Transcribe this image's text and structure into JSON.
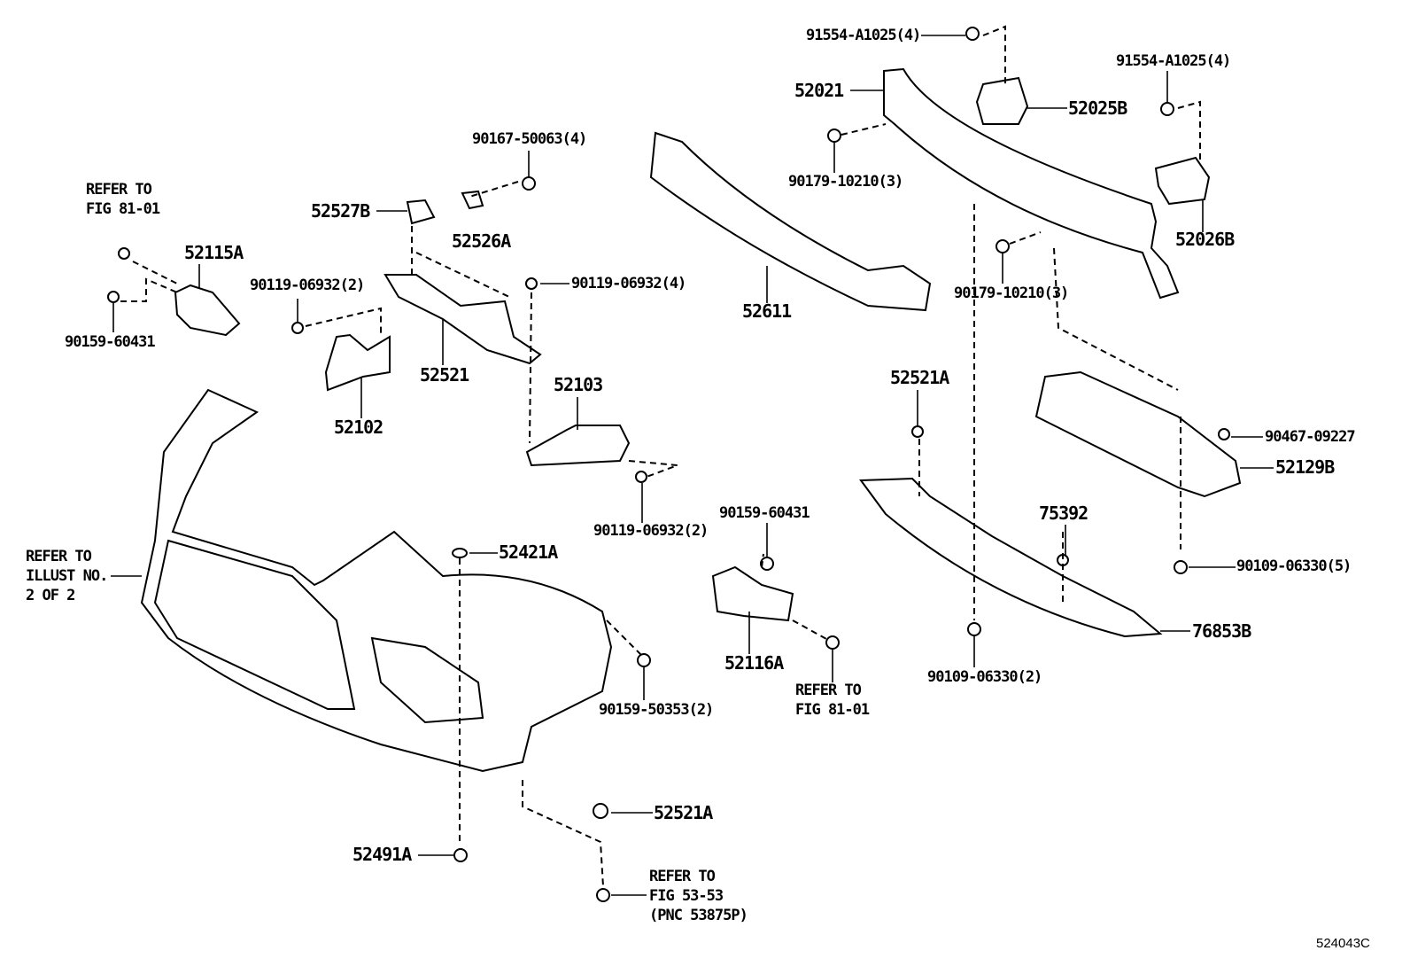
{
  "diagram_code": "524043C",
  "labels": {
    "p91554_top": "91554-A1025(4)",
    "p52021": "52021",
    "p52025B": "52025B",
    "p91554_right": "91554-A1025(4)",
    "p90179_left": "90179-10210(3)",
    "p52026B": "52026B",
    "p90179_mid": "90179-10210(3)",
    "p90167": "90167-50063(4)",
    "refer_fig81_top": [
      "REFER TO",
      "FIG 81-01"
    ],
    "p52527B": "52527B",
    "p52526A": "52526A",
    "p52115A": "52115A",
    "p90119_2_left": "90119-06932(2)",
    "p90119_4": "90119-06932(4)",
    "p90159_60431_left": "90159-60431",
    "p52611": "52611",
    "p52521": "52521",
    "p52103": "52103",
    "p52102": "52102",
    "p52521A_upper": "52521A",
    "p90467": "90467-09227",
    "p52129B": "52129B",
    "p75392": "75392",
    "p90159_60431_mid": "90159-60431",
    "p90119_2_mid": "90119-06932(2)",
    "p52421A": "52421A",
    "refer_illust": [
      "REFER TO",
      "ILLUST NO.",
      "2 OF 2"
    ],
    "p90109_5": "90109-06330(5)",
    "p76853B": "76853B",
    "p52116A": "52116A",
    "p90159_50353": "90159-50353(2)",
    "refer_fig81_bottom": [
      "REFER TO",
      "FIG 81-01"
    ],
    "p90109_2": "90109-06330(2)",
    "p52521A_lower": "52521A",
    "p52491A": "52491A",
    "refer_fig53": [
      "REFER TO",
      "FIG 53-53",
      "(PNC 53875P)"
    ]
  }
}
